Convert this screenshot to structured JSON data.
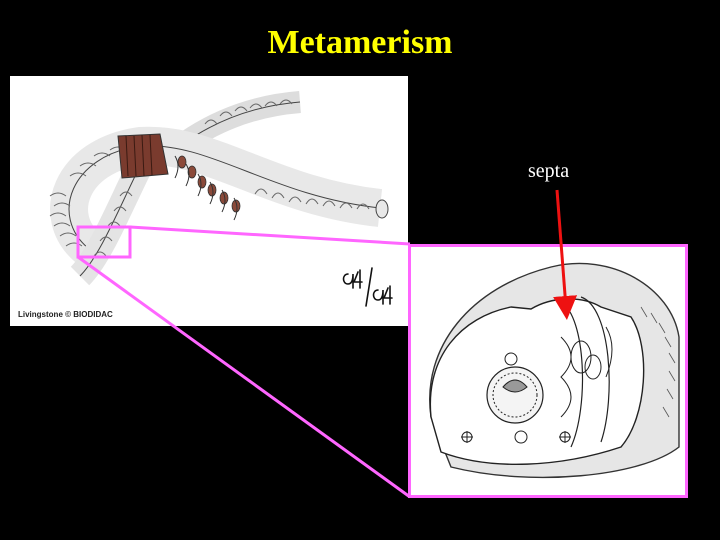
{
  "title": "Metamerism",
  "labels": {
    "septa": "septa",
    "credit": "Livingstone © BIODIDAC",
    "page_ref": "94/94"
  },
  "colors": {
    "title": "#ffff00",
    "background": "#000000",
    "highlight": "#ff66ff",
    "arrow": "#ee1111",
    "label": "#ffffff"
  }
}
